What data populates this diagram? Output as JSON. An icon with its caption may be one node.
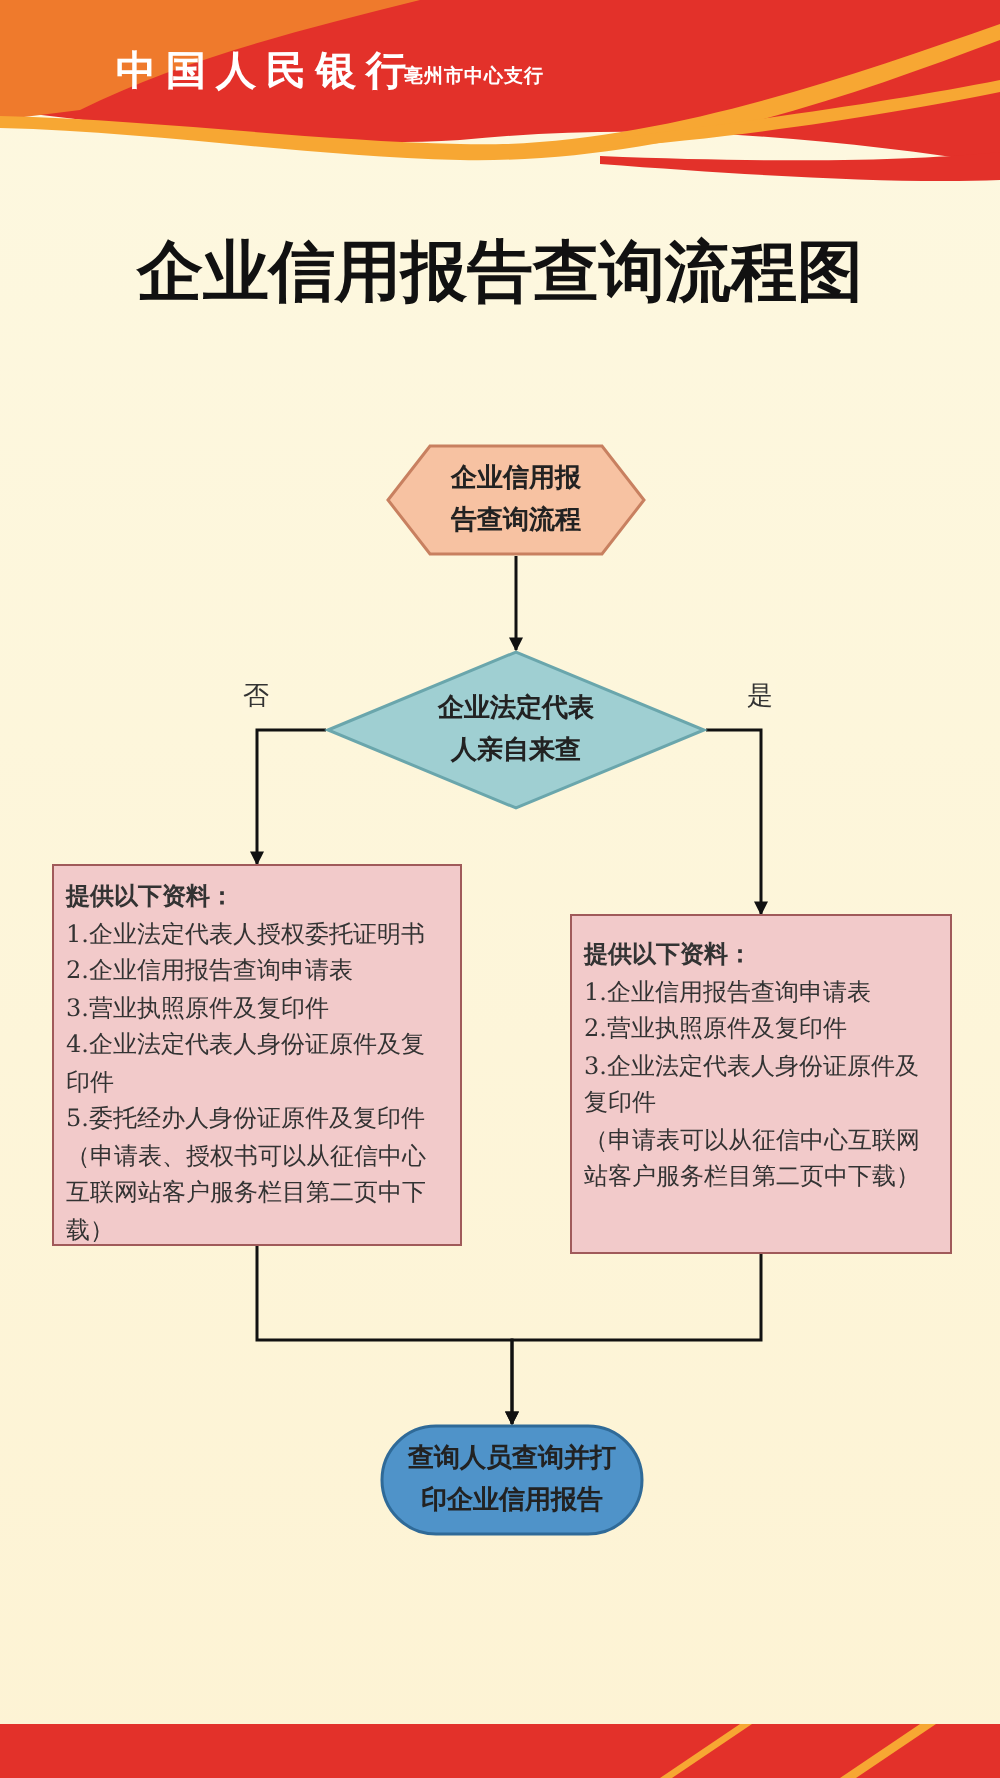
{
  "diagram": {
    "title": "企业信用报告查询流程图",
    "nodes": [
      {
        "text": [
          "企业信用报告查询流程"
        ]
      },
      {
        "text": [
          "企业法定代表人亲自来查"
        ]
      },
      {
        "text": [
          "提供以下资料：",
          "1.企业法定代表人授权委托证明书",
          "2.企业信用报告查询申请表",
          "3.营业执照原件及复印件",
          "4.企业法定代表人身份证原件及复印件",
          "5.委托经办人身份证原件及复印件",
          "（申请表、授权书可以从征信中心互联网站客户服务栏目第二页中下载）"
        ]
      },
      {
        "text": [
          "提供以下资料：",
          "1.企业信用报告查询申请表",
          "2.营业执照原件及复印件",
          "3.企业法定代表人身份证原件及复印件",
          "（申请表可以从征信中心互联网站客户服务栏目第二页中下载）"
        ]
      },
      {
        "text": [
          "查询人员查询并打印企业信用报告"
        ]
      }
    ],
    "edges": [
      {
        "from": 0,
        "to": 1,
        "arrow": "to"
      },
      {
        "from": 1,
        "to": 2,
        "arrow": "to",
        "label": "否"
      },
      {
        "from": 1,
        "to": 3,
        "arrow": "to",
        "label": "是"
      },
      {
        "from": 2,
        "to": 4,
        "arrow": "to"
      },
      {
        "from": 3,
        "to": 4,
        "arrow": "to"
      }
    ],
    "labels": [
      "中国人民银行",
      "亳州市中心支行"
    ]
  }
}
